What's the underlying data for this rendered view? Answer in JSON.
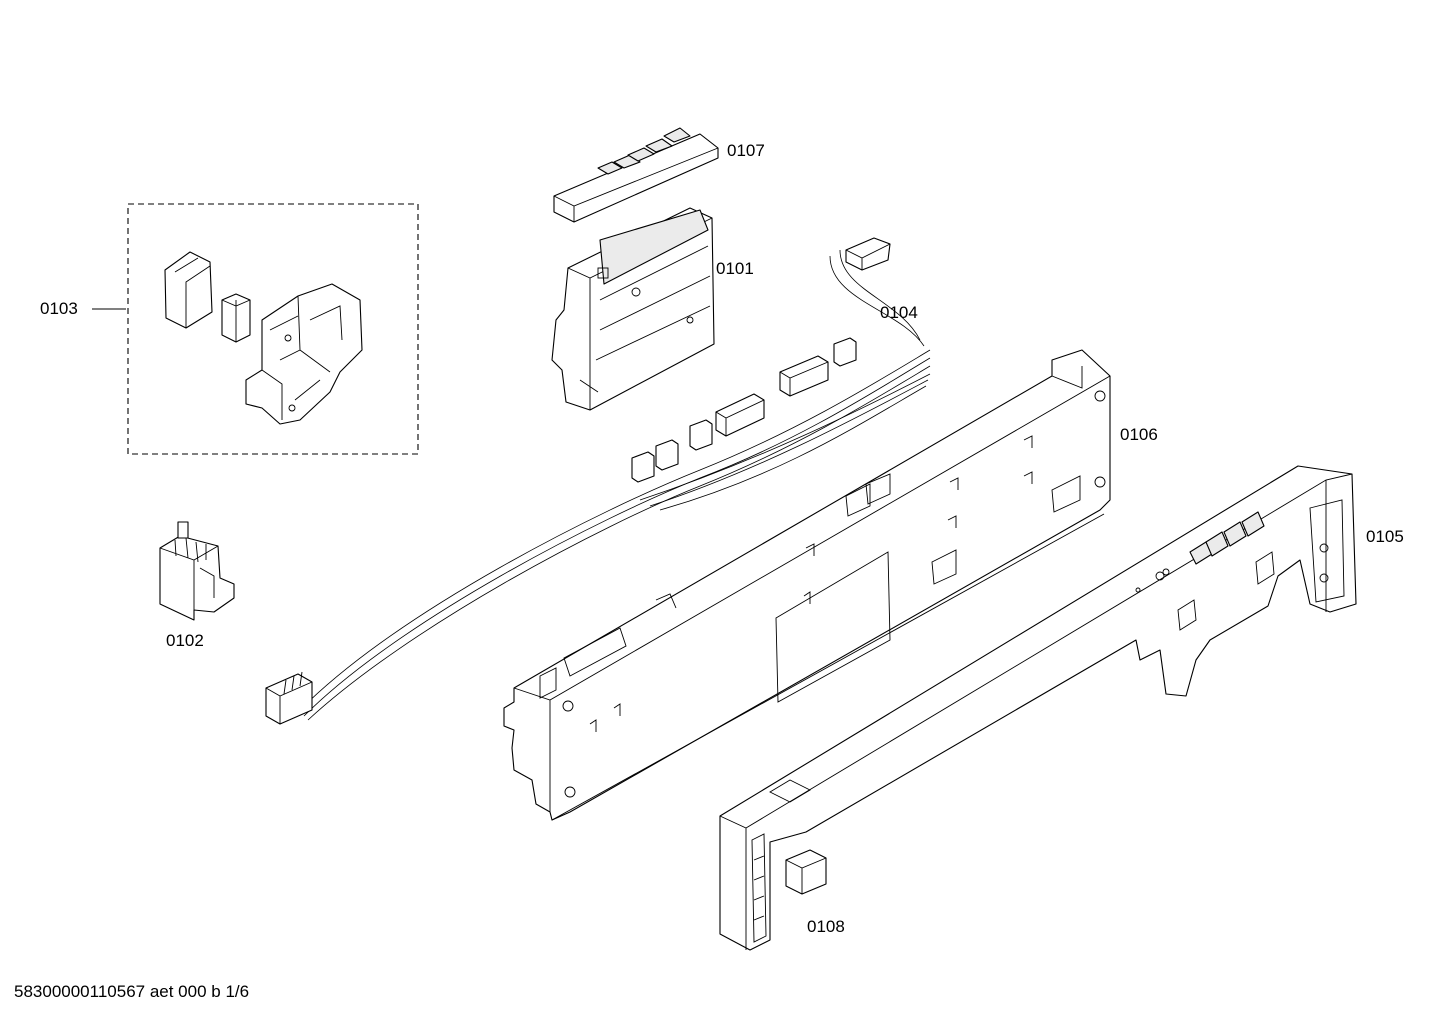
{
  "callouts": {
    "p0101": "0101",
    "p0102": "0102",
    "p0103": "0103",
    "p0104": "0104",
    "p0105": "0105",
    "p0106": "0106",
    "p0107": "0107",
    "p0108": "0108"
  },
  "footer": "58300000110567 aet 000 b 1/6"
}
